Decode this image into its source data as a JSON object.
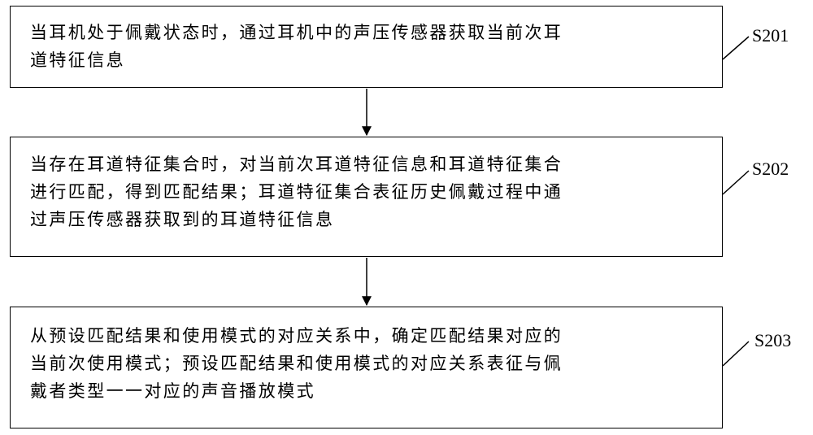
{
  "steps": [
    {
      "id": "S201",
      "text": "当耳机处于佩戴状态时，通过耳机中的声压传感器获取当前次耳\n道特征信息"
    },
    {
      "id": "S202",
      "text": "当存在耳道特征集合时，对当前次耳道特征信息和耳道特征集合\n进行匹配，得到匹配结果；耳道特征集合表征历史佩戴过程中通\n过声压传感器获取到的耳道特征信息"
    },
    {
      "id": "S203",
      "text": "从预设匹配结果和使用模式的对应关系中，确定匹配结果对应的\n当前次使用模式；预设匹配结果和使用模式的对应关系表征与佩\n戴者类型一一对应的声音播放模式"
    }
  ]
}
